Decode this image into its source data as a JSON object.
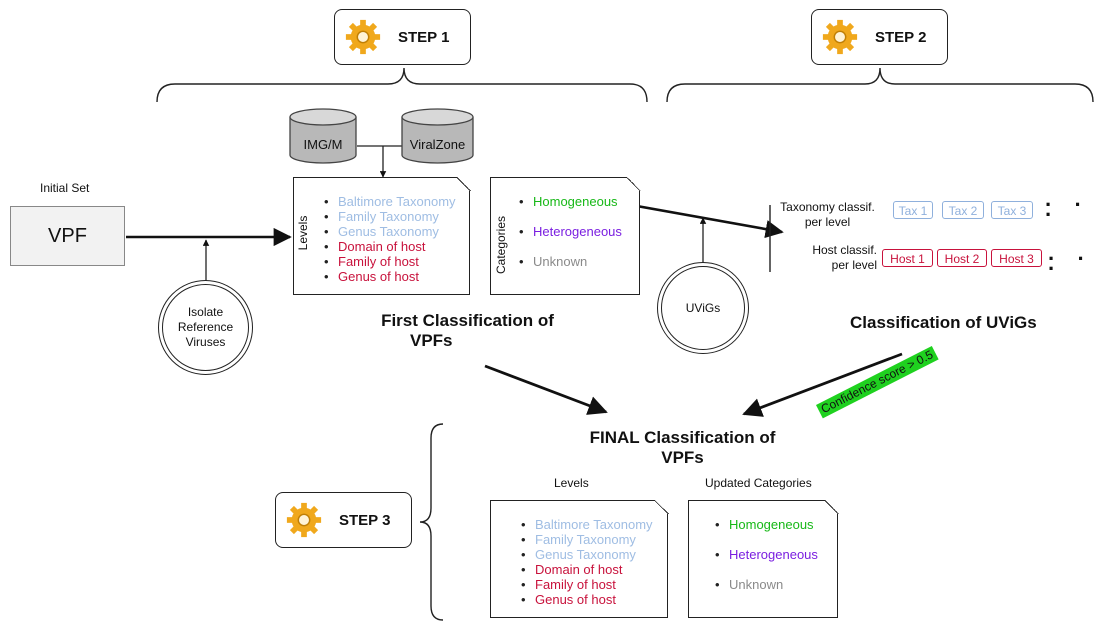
{
  "steps": {
    "step1": "STEP 1",
    "step2": "STEP 2",
    "step3": "STEP 3"
  },
  "databases": [
    "IMG/M",
    "ViralZone"
  ],
  "initial": {
    "caption": "Initial Set",
    "box": "VPF"
  },
  "isolate_circle": [
    "Isolate",
    "Reference",
    "Viruses"
  ],
  "uvigs_circle": "UViGs",
  "levels_label": "Levels",
  "categories_label": "Categories",
  "levels": [
    {
      "text": "Baltimore Taxonomy",
      "group": "taxonomy"
    },
    {
      "text": "Family Taxonomy",
      "group": "taxonomy"
    },
    {
      "text": "Genus Taxonomy",
      "group": "taxonomy"
    },
    {
      "text": "Domain of host",
      "group": "host"
    },
    {
      "text": "Family of host",
      "group": "host"
    },
    {
      "text": "Genus of host",
      "group": "host"
    }
  ],
  "categories": [
    {
      "text": "Homogeneous",
      "kind": "homogeneous"
    },
    {
      "text": "Heterogeneous",
      "kind": "heterogeneous"
    },
    {
      "text": "Unknown",
      "kind": "unknown"
    }
  ],
  "titles": {
    "first": [
      "First Classification of",
      "VPFs"
    ],
    "uvigs": "Classification of UViGs",
    "final": [
      "FINAL Classification of",
      "VPFs"
    ]
  },
  "uvig_classif": {
    "taxonomy_label": [
      "Taxonomy classif.",
      "per level"
    ],
    "host_label": [
      "Host classif.",
      "per level"
    ],
    "tax_tags": [
      "Tax 1",
      "Tax 2",
      "Tax 3"
    ],
    "host_tags": [
      "Host 1",
      "Host 2",
      "Host 3"
    ],
    "ellipsis": "· · ·"
  },
  "confidence": "Confidence score > 0.5",
  "final_headers": {
    "levels": "Levels",
    "categories": "Updated Categories"
  },
  "colors": {
    "taxonomy": "#9fbde3",
    "host": "#c8123c",
    "homogeneous": "#17b817",
    "heterogeneous": "#7a1ee0",
    "unknown": "#8a8a8a",
    "confidence_bg": "#1fd11f",
    "gear": "#f0a81c"
  }
}
